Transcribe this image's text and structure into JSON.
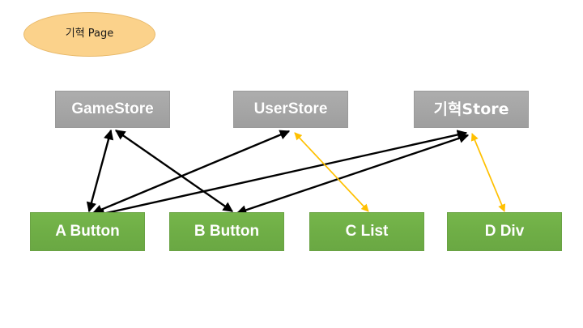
{
  "diagram": {
    "title_node": {
      "label": "기혁 Page",
      "shape": "ellipse",
      "fill": "#fbd28b",
      "text_color": "#1a1a1a"
    },
    "stores": [
      {
        "id": "gamestore",
        "label": "GameStore",
        "fill": "#a6a6a6",
        "text_color": "#ffffff"
      },
      {
        "id": "userstore",
        "label": "UserStore",
        "fill": "#a6a6a6",
        "text_color": "#ffffff"
      },
      {
        "id": "kihyukstore",
        "label": "기혁Store",
        "fill": "#a6a6a6",
        "text_color": "#ffffff"
      }
    ],
    "views": [
      {
        "id": "a-button",
        "label": "A Button",
        "fill": "#70ad47",
        "text_color": "#ffffff"
      },
      {
        "id": "b-button",
        "label": "B Button",
        "fill": "#70ad47",
        "text_color": "#ffffff"
      },
      {
        "id": "c-list",
        "label": "C List",
        "fill": "#70ad47",
        "text_color": "#ffffff"
      },
      {
        "id": "d-div",
        "label": "D Div",
        "fill": "#70ad47",
        "text_color": "#ffffff"
      }
    ],
    "edges": [
      {
        "id": "gamestore-a-button",
        "from": "gamestore",
        "to": "a-button",
        "color": "#000000",
        "style": "double-arrow"
      },
      {
        "id": "gamestore-b-button",
        "from": "gamestore",
        "to": "b-button",
        "color": "#000000",
        "style": "double-arrow"
      },
      {
        "id": "userstore-a-button",
        "from": "userstore",
        "to": "a-button",
        "color": "#000000",
        "style": "double-arrow"
      },
      {
        "id": "kihyukstore-a-button",
        "from": "kihyukstore",
        "to": "a-button",
        "color": "#000000",
        "style": "double-arrow"
      },
      {
        "id": "kihyukstore-b-button",
        "from": "kihyukstore",
        "to": "b-button",
        "color": "#000000",
        "style": "double-arrow"
      },
      {
        "id": "userstore-c-list",
        "from": "userstore",
        "to": "c-list",
        "color": "#ffc000",
        "style": "double-arrow"
      },
      {
        "id": "kihyukstore-d-div",
        "from": "kihyukstore",
        "to": "d-div",
        "color": "#ffc000",
        "style": "double-arrow"
      }
    ],
    "colors": {
      "store_fill": "#a6a6a6",
      "view_fill": "#70ad47",
      "page_fill": "#fbd28b",
      "edge_black": "#000000",
      "edge_orange": "#ffc000",
      "background": "#ffffff"
    }
  }
}
